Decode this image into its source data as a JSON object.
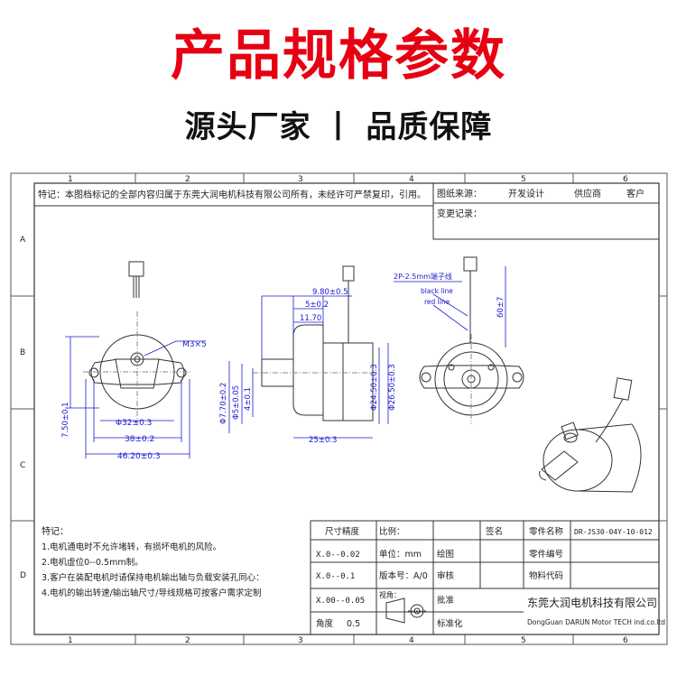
{
  "header": {
    "title": "产品规格参数",
    "subtitle": "源头厂家 丨 品质保障"
  },
  "drawing": {
    "col_labels": [
      "1",
      "2",
      "3",
      "4",
      "5",
      "6"
    ],
    "row_labels": [
      "A",
      "B",
      "C",
      "D"
    ],
    "copyright_note": "特记：本图档标记的全部内容归属于东莞大润电机科技有限公司所有，未经许可严禁复印，引用。",
    "source": {
      "label": "图纸来源：",
      "options": [
        "开发设计",
        "供应商",
        "客户"
      ]
    },
    "change_record": "变更记录：",
    "front_view": {
      "screw": "M3×5",
      "dim_height": "7.50±0.1",
      "dim_body": "Φ32±0.3",
      "dim_holes": "38±0.2",
      "dim_total": "46.20±0.3"
    },
    "side_view": {
      "d1": "9.80±0.5",
      "d2": "5±0.2",
      "d3": "11.70",
      "d4": "Φ7.70±0.2",
      "d5": "Φ5±0.05",
      "d6": "4±0.1",
      "d7": "Φ24.50±0.3",
      "d8": "Φ26.50±0.3",
      "d9": "25±0.3"
    },
    "rear_view": {
      "connector": "2P-2.5mm端子线",
      "wire1": "black line",
      "wire2": "red line",
      "length": "60±7"
    },
    "notes": {
      "heading": "特记：",
      "items": [
        "1.电机通电时不允许堵转，有损坏电机的风险。",
        "2.电机虚位0--0.5mm制。",
        "3.客户在装配电机时请保持电机输出轴与负载安装孔同心：",
        "4.电机的输出转速/输出轴尺寸/导线规格可按客户需求定制"
      ]
    },
    "title_block": {
      "tolerance_head": "尺寸精度",
      "tol1": "X.0--0.02",
      "tol2": "X.0--0.1",
      "tol3": "X.00--0.05",
      "tol4_label": "角度",
      "tol4_value": "0.5",
      "scale": "比例：",
      "unit": "单位：mm",
      "version": "版本号：A/0",
      "view": "视角：",
      "draw": "绘图",
      "review": "审核",
      "approve": "批准",
      "standard": "标准化",
      "sign": "签名",
      "part_name_label": "零件名称",
      "part_name_value": "DR-JS30-04Y-10-012",
      "part_no": "零件编号",
      "material": "物料代码",
      "company_cn": "东莞大润电机科技有限公司",
      "company_en": "DongGuan DARUN Motor TECH ind.co.ltd"
    }
  },
  "colors": {
    "red": "#e60012",
    "blue": "#1a1acc",
    "line": "#333333"
  }
}
